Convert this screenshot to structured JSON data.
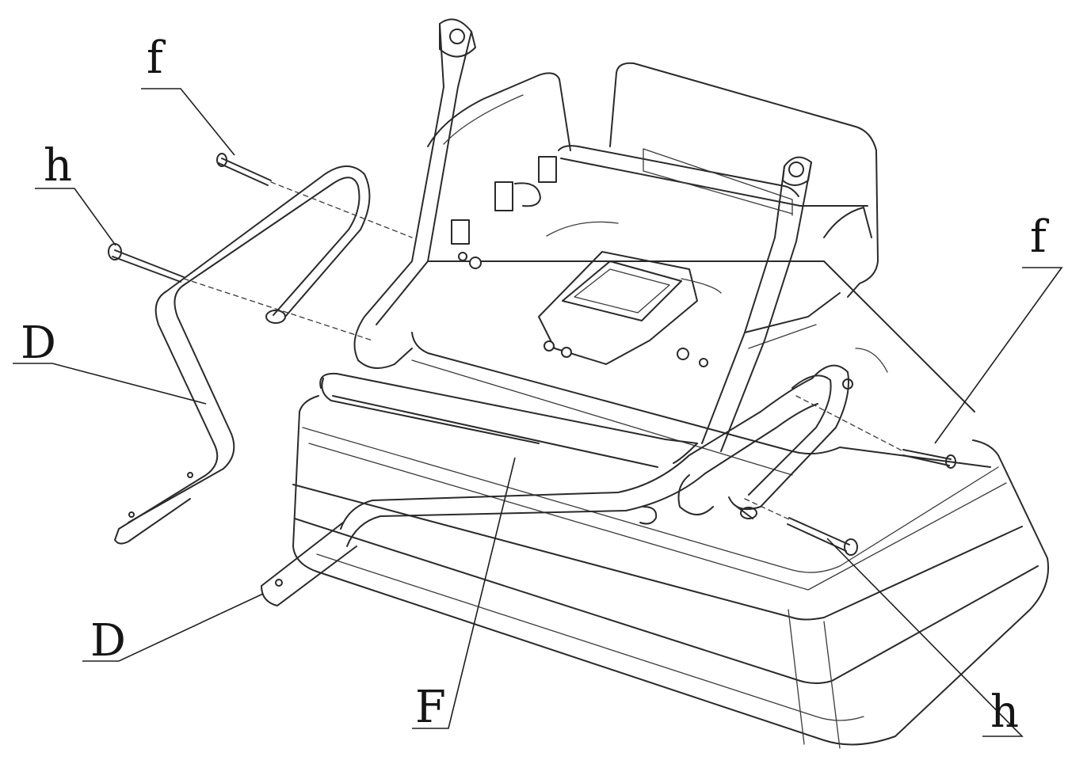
{
  "figure": {
    "labels": {
      "f_top_left": "f",
      "h_top_left": "h",
      "D_left": "D",
      "D_bottom": "D",
      "F_center": "F",
      "f_right": "f",
      "h_bottom_right": "h"
    }
  }
}
